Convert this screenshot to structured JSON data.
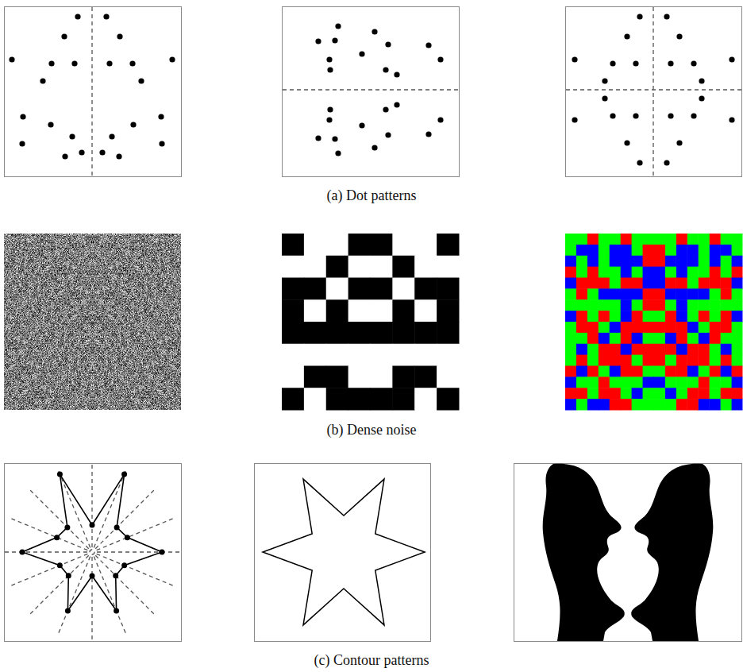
{
  "diagram": {
    "labels": [
      "(a) Dot patterns",
      "(b) Dense noise",
      "(c) Contour patterns"
    ]
  }
}
